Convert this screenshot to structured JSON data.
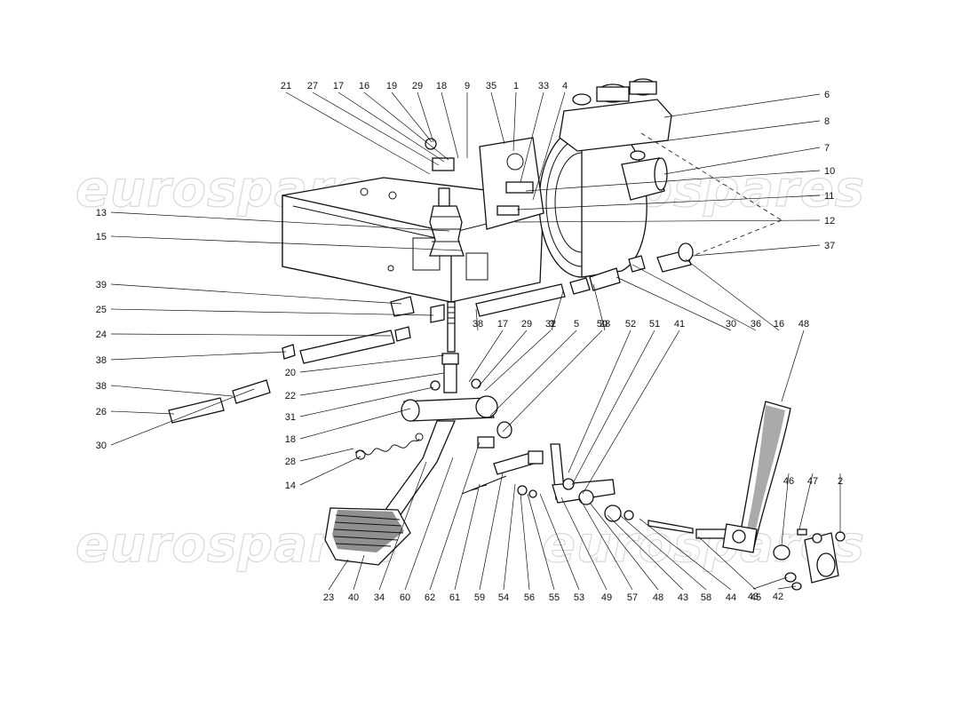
{
  "watermark": {
    "text": "eurospares",
    "color": "#d8d8d8"
  },
  "callouts": [
    {
      "label": "21"
    },
    {
      "label": "27"
    },
    {
      "label": "17"
    },
    {
      "label": "16"
    },
    {
      "label": "19"
    },
    {
      "label": "29"
    },
    {
      "label": "18"
    },
    {
      "label": "9"
    },
    {
      "label": "35"
    },
    {
      "label": "1"
    },
    {
      "label": "33"
    },
    {
      "label": "4"
    },
    {
      "label": "6"
    },
    {
      "label": "8"
    },
    {
      "label": "7"
    },
    {
      "label": "10"
    },
    {
      "label": "11"
    },
    {
      "label": "12"
    },
    {
      "label": "13"
    },
    {
      "label": "15"
    },
    {
      "label": "37"
    },
    {
      "label": "39"
    },
    {
      "label": "25"
    },
    {
      "label": "24"
    },
    {
      "label": "38"
    },
    {
      "label": "38"
    },
    {
      "label": "26"
    },
    {
      "label": "30"
    },
    {
      "label": "20"
    },
    {
      "label": "22"
    },
    {
      "label": "31"
    },
    {
      "label": "18"
    },
    {
      "label": "28"
    },
    {
      "label": "14"
    },
    {
      "label": "38"
    },
    {
      "label": "3"
    },
    {
      "label": "38"
    },
    {
      "label": "30"
    },
    {
      "label": "36"
    },
    {
      "label": "16"
    },
    {
      "label": "17"
    },
    {
      "label": "29"
    },
    {
      "label": "32"
    },
    {
      "label": "5"
    },
    {
      "label": "50"
    },
    {
      "label": "52"
    },
    {
      "label": "51"
    },
    {
      "label": "41"
    },
    {
      "label": "48"
    },
    {
      "label": "46"
    },
    {
      "label": "47"
    },
    {
      "label": "2"
    },
    {
      "label": "23"
    },
    {
      "label": "40"
    },
    {
      "label": "34"
    },
    {
      "label": "60"
    },
    {
      "label": "62"
    },
    {
      "label": "61"
    },
    {
      "label": "59"
    },
    {
      "label": "54"
    },
    {
      "label": "56"
    },
    {
      "label": "55"
    },
    {
      "label": "53"
    },
    {
      "label": "49"
    },
    {
      "label": "57"
    },
    {
      "label": "48"
    },
    {
      "label": "43"
    },
    {
      "label": "58"
    },
    {
      "label": "44"
    },
    {
      "label": "45"
    },
    {
      "label": "43"
    },
    {
      "label": "42"
    }
  ]
}
